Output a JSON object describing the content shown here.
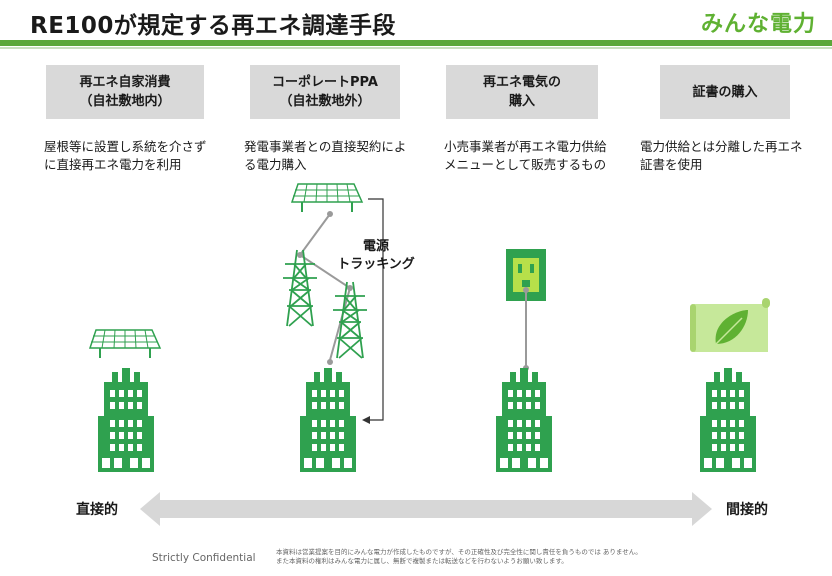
{
  "title": "RE100が規定する再エネ調達手段",
  "logo": "みんな電力",
  "columns": [
    {
      "heading": "再エネ自家消費\n（自社敷地内）",
      "description": "屋根等に設置し系統を介さず\nに直接再エネ電力を利用"
    },
    {
      "heading": "コーポレートPPA\n（自社敷地外）",
      "description": "発電事業者との直接契約によ\nる電力購入"
    },
    {
      "heading": "再エネ電気の\n購入",
      "description": "小売事業者が再エネ電力供給\nメニューとして販売するもの"
    },
    {
      "heading": "証書の購入",
      "description": "電力供給とは分離した再エネ\n証書を使用"
    }
  ],
  "tracking_label": "電源\nトラッキング",
  "scale": {
    "left": "直接的",
    "right": "間接的"
  },
  "footer": {
    "confidential": "Strictly Confidential",
    "disclaimer": "本資料は営業提案を目的にみんな電力が作成したものですが、その正確性及び完全性に関し責任を負うものでは ありません。また本資料の権利はみんな電力に属し、無断で複製または転送などを行わないようお願い致します。"
  },
  "colors": {
    "accent": "#5ba73a",
    "icon_green": "#2fa14f",
    "box_gray": "#d9d9d9",
    "arrow_gray": "#d7d7d7"
  }
}
